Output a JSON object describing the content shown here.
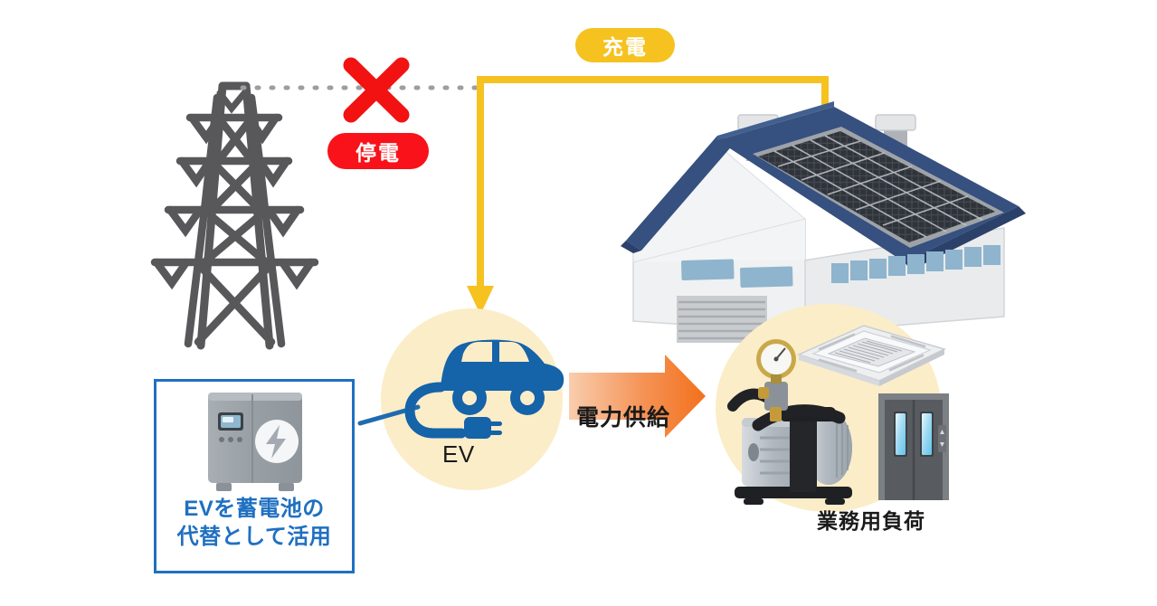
{
  "diagram": {
    "title_badges": {
      "charging": {
        "label": "充電",
        "color": "#F5C220"
      },
      "outage": {
        "label": "停電",
        "color": "#F91219"
      }
    },
    "labels": {
      "ev": "EV",
      "power_supply": "電力供給",
      "commercial_load": "業務用負荷"
    },
    "battery_callout": {
      "line1": "EVを蓄電池の",
      "line2": "代替として活用",
      "border_color": "#1F70C1",
      "text_color": "#1F70C1"
    },
    "icons": {
      "transmission_tower": "transmission-tower-icon",
      "cross_mark": "red-x-icon",
      "ev_car": "ev-car-icon",
      "storage_battery": "storage-battery-icon",
      "factory_building": "factory-with-solar-panels-icon",
      "vacuum_pump": "vacuum-pump-icon",
      "ceiling_air_conditioner": "ceiling-air-conditioner-icon",
      "elevator": "elevator-doors-icon",
      "supply_arrow": "orange-right-arrow-icon",
      "charge_path": "yellow-charge-path-arrow"
    },
    "colors": {
      "glow_circle": "#FBEDC8",
      "ev_blue": "#1563A8",
      "charge_yellow": "#F5C220",
      "outage_red": "#F91219",
      "arrow_orange_start": "#F8C6A4",
      "arrow_orange_end": "#F2711C",
      "roof_navy": "#36507F",
      "tower_gray": "#58585B",
      "dotted_line": "#9E9E9E"
    }
  }
}
